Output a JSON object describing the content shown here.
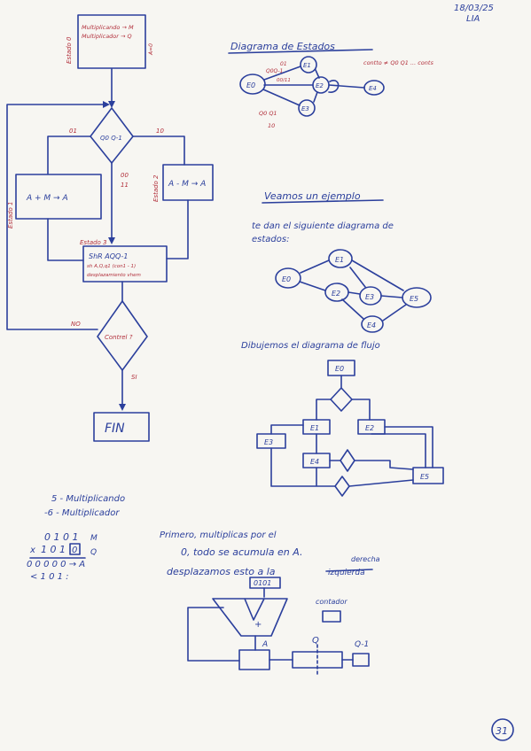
{
  "header": {
    "date": "18/03/25",
    "course": "LIA"
  },
  "flowchart": {
    "start_box_text_1": "Multiplicando → M",
    "start_box_text_2": "Multiplicador → Q",
    "estado0_label": "Estado 0",
    "zero_label": "A=0",
    "decision_label": "Q0 Q-1",
    "branch_left": "01",
    "branch_right": "10",
    "branch_mid_1": "00",
    "branch_mid_2": "11",
    "estado1_label": "Estado 1",
    "estado2_label": "Estado 2",
    "estado3_label": "Estado 3",
    "add_box": "A + M → A",
    "sub_box": "A - M → A",
    "shift_box_1": "ShR  AQQ-1",
    "shift_box_2": "sh A,Q,q1 (con1 - 1)",
    "shift_box_3": "desplazamiento vhem",
    "no_label": "NO",
    "counter_label": "Contrel ?",
    "si_label": "SI",
    "fin_label": "FIN"
  },
  "state_diagram": {
    "title": "Diagrama de Estados",
    "nodes": [
      "E0",
      "E1",
      "E2",
      "E3",
      "E4"
    ],
    "labels": [
      "Q0Q-1",
      "01",
      "00/11",
      "Q0 Q1",
      "10",
      "contto ≠ Q0 Q1 ... conts"
    ]
  },
  "example": {
    "heading": "Veamos un ejemplo",
    "line1": "te dan el siguiente diagrama de",
    "line2": "estados:",
    "nodes": [
      "E0",
      "E1",
      "E2",
      "E3",
      "E4",
      "E5"
    ],
    "flow_heading": "Dibujemos el diagrama de flujo",
    "flow_nodes": [
      "E0",
      "E1",
      "E2",
      "E3",
      "E4",
      "E5"
    ]
  },
  "bottom_left": {
    "line1": "5 - Multiplicando",
    "line2": "-6 - Multiplicador",
    "m_value": "0 1 0 1",
    "m_label": "M",
    "q_prefix": "x",
    "q_value": "1 0 1",
    "q_boxed": "0",
    "q_label": "Q",
    "zero_row": "0  0 0 0 0 → A",
    "last_row": "< 1 0 1 :"
  },
  "bottom_text": {
    "line1": "Primero, multiplicas por el",
    "line2": "0,  todo se acumula en A.",
    "line3_a": "desplazamos esto a la",
    "line3_struck": "izquierda",
    "line3_insert": "derecha"
  },
  "circuit": {
    "m_reg": "0101",
    "plus": "+",
    "a_label": "A",
    "q_label": "Q",
    "q1_label": "Q-1",
    "counter": "contador"
  },
  "page_number": "31"
}
